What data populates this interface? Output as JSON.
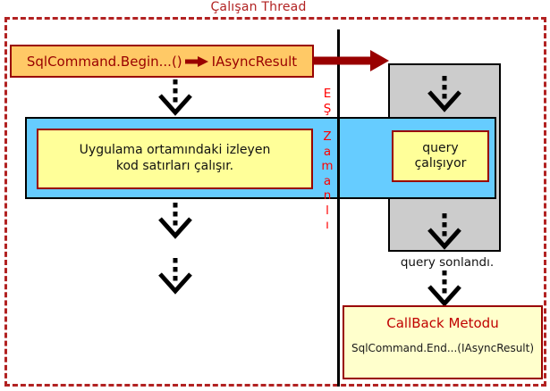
{
  "title": "Çalışan Thread",
  "colors": {
    "border_red": "#B22222",
    "dark_red": "#990000",
    "accent_red": "#C00000",
    "bright_red": "#FF0000",
    "orange_fill": "#FFC966",
    "yellow_fill": "#FFFF99",
    "cream_fill": "#FFFFCC",
    "blue_fill": "#66CCFF",
    "gray_fill": "#CCCCCC"
  },
  "begin_box": {
    "method": "SqlCommand.Begin...()",
    "result": "IAsyncResult"
  },
  "app_flow": {
    "work_line1": "Uygulama ortamındaki izleyen",
    "work_line2": "kod satırları çalışır."
  },
  "query_flow": {
    "running_line1": "query",
    "running_line2": "çalışıyor",
    "finished": "query sonlandı."
  },
  "sync_label": {
    "text": "Eş Zamanlı",
    "letters": [
      "E",
      "Ş",
      "Z",
      "a",
      "m",
      "a",
      "n",
      "l",
      "ı"
    ]
  },
  "callback_box": {
    "title": "CallBack Metodu",
    "code": "SqlCommand.End...(IAsyncResult)"
  },
  "icons": {
    "returns_arrow": "solid-right-arrow",
    "dispatch_arrow": "thick-right-arrow",
    "flow_arrow": "dashed-down-arrow"
  }
}
